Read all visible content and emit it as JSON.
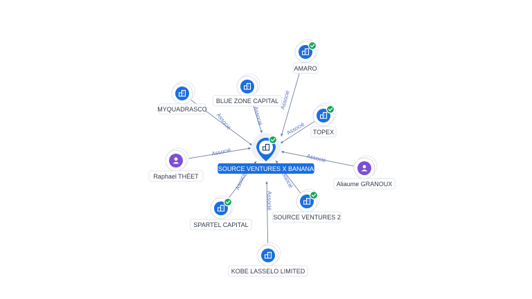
{
  "center": {
    "label": "SOURCE VENTURES X BANANA",
    "type": "company",
    "verified": true,
    "icon": "building-icon"
  },
  "edge_label": "Associé",
  "nodes": [
    {
      "id": "amaro",
      "label": "AMARO",
      "type": "company",
      "verified": true,
      "icon": "building-icon"
    },
    {
      "id": "blue-zone-capital",
      "label": "BLUE ZONE CAPITAL",
      "type": "company",
      "verified": false,
      "icon": "building-icon"
    },
    {
      "id": "myquadrasco",
      "label": "MYQUADRASCO",
      "type": "company",
      "verified": false,
      "icon": "building-icon"
    },
    {
      "id": "topex",
      "label": "TOPEX",
      "type": "company",
      "verified": true,
      "icon": "building-icon"
    },
    {
      "id": "raphael-theet",
      "label": "Raphael THÉET",
      "type": "person",
      "verified": false,
      "icon": "person-icon"
    },
    {
      "id": "aliaume-granoux",
      "label": "Aliaume GRANOUX",
      "type": "person",
      "verified": false,
      "icon": "person-icon"
    },
    {
      "id": "spartel-capital",
      "label": "SPARTEL CAPITAL",
      "type": "company",
      "verified": true,
      "icon": "building-icon"
    },
    {
      "id": "source-ventures-2",
      "label": "SOURCE VENTURES 2",
      "type": "company",
      "verified": true,
      "icon": "building-icon"
    },
    {
      "id": "kobe-lasselo-limited",
      "label": "KOBE LASSELO LIMITED",
      "type": "company",
      "verified": false,
      "icon": "building-icon"
    }
  ],
  "colors": {
    "company": "#1a6fe0",
    "person": "#7b4fd6",
    "verified": "#17a45b",
    "edge_label": "#5b72c9"
  }
}
